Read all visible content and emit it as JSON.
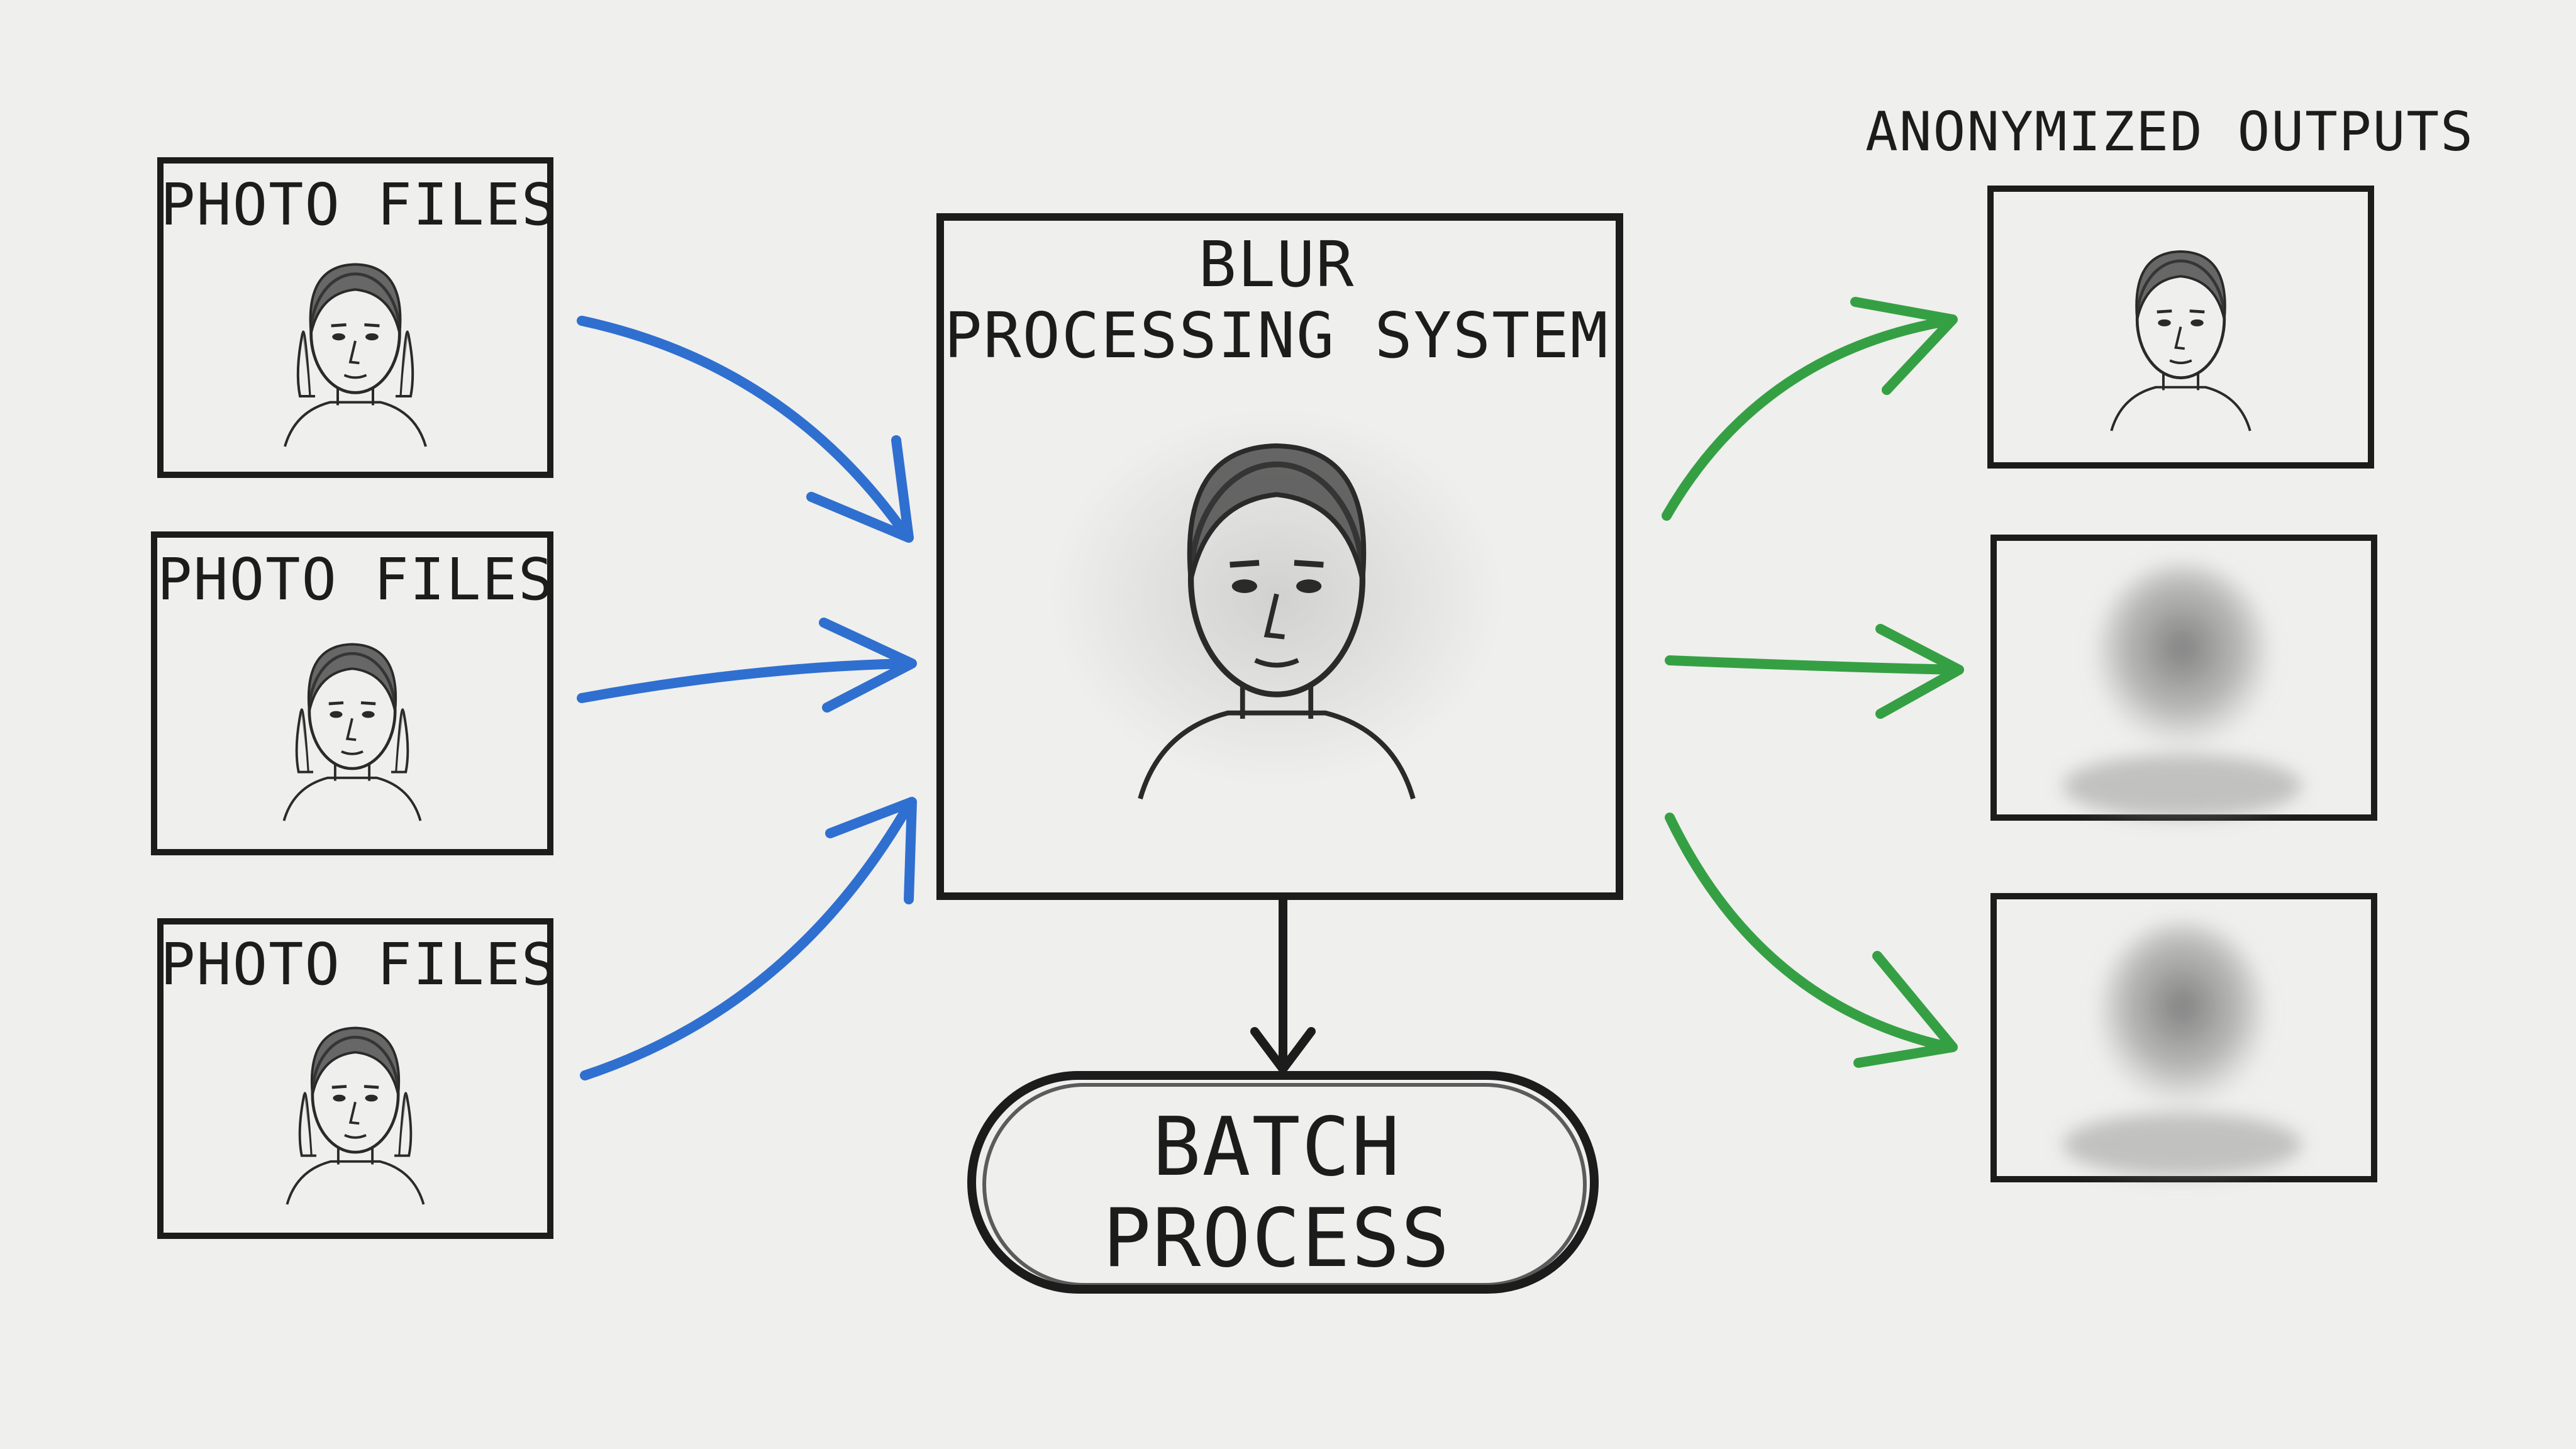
{
  "inputs": {
    "items": [
      {
        "label": "PHOTO FILES"
      },
      {
        "label": "PHOTO FILES"
      },
      {
        "label": "PHOTO FILES"
      }
    ]
  },
  "processor": {
    "line1": "BLUR",
    "line2": "PROCESSING SYSTEM"
  },
  "batch": {
    "line1": "BATCH",
    "line2": "PROCESS"
  },
  "outputs": {
    "header": "ANONYMIZED OUTPUTS",
    "items": [
      {
        "state": "clear"
      },
      {
        "state": "blurred"
      },
      {
        "state": "blurred"
      }
    ]
  },
  "colors": {
    "ink": "#1c1c1c",
    "input_arrow": "#2f6fd0",
    "output_arrow": "#35a043",
    "paper": "#efefed"
  }
}
